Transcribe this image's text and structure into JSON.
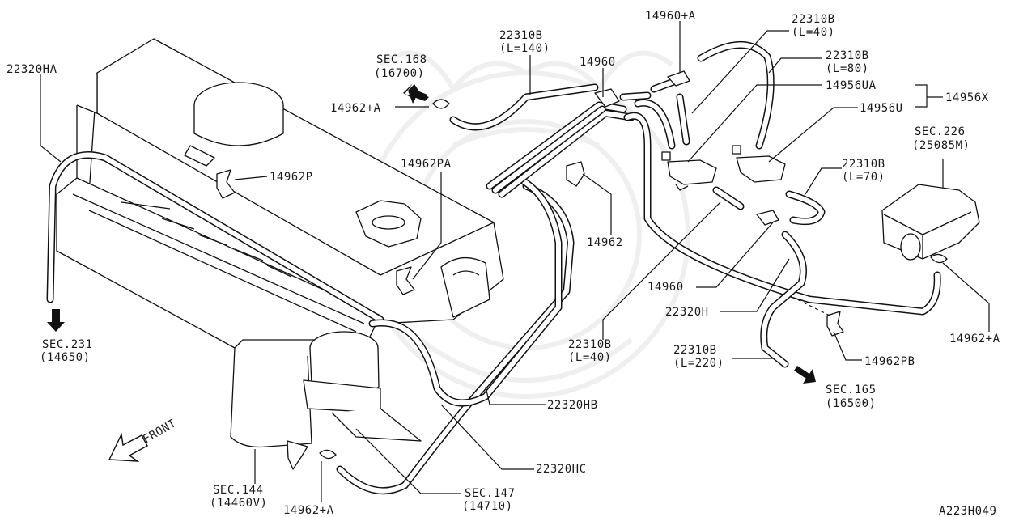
{
  "diagram": {
    "drawing_code": "A223H049",
    "front_label": "FRONT",
    "labels": {
      "p22320HA": "22320HA",
      "sec168": "SEC.168",
      "sec168_code": "(16700)",
      "p14962A_top": "14962+A",
      "p22310B_140": "22310B",
      "l140": "(L=140)",
      "p14960_mid": "14960",
      "p14960A": "14960+A",
      "p22310B_40a": "22310B",
      "l40a": "(L=40)",
      "p22310B_80": "22310B",
      "l80": "(L=80)",
      "p14956UA": "14956UA",
      "p14956U": "14956U",
      "p14956X": "14956X",
      "sec226": "SEC.226",
      "sec226_code": "(25085M)",
      "p14962PA": "14962PA",
      "p14962P": "14962P",
      "p22310B_70": "22310B",
      "l70": "(L=70)",
      "p14962": "14962",
      "p14960_low": "14960",
      "p22320H": "22320H",
      "p14962A_right": "14962+A",
      "p22310B_40b": "22310B",
      "l40b": "(L=40)",
      "p22310B_220": "22310B",
      "l220": "(L=220)",
      "p14962PB": "14962PB",
      "sec165": "SEC.165",
      "sec165_code": "(16500)",
      "sec231": "SEC.231",
      "sec231_code": "(14650)",
      "p22320HB": "22320HB",
      "p22320HC": "22320HC",
      "sec144": "SEC.144",
      "sec144_code": "(14460V)",
      "p14962A_bottom": "14962+A",
      "sec147": "SEC.147",
      "sec147_code": "(14710)"
    }
  }
}
